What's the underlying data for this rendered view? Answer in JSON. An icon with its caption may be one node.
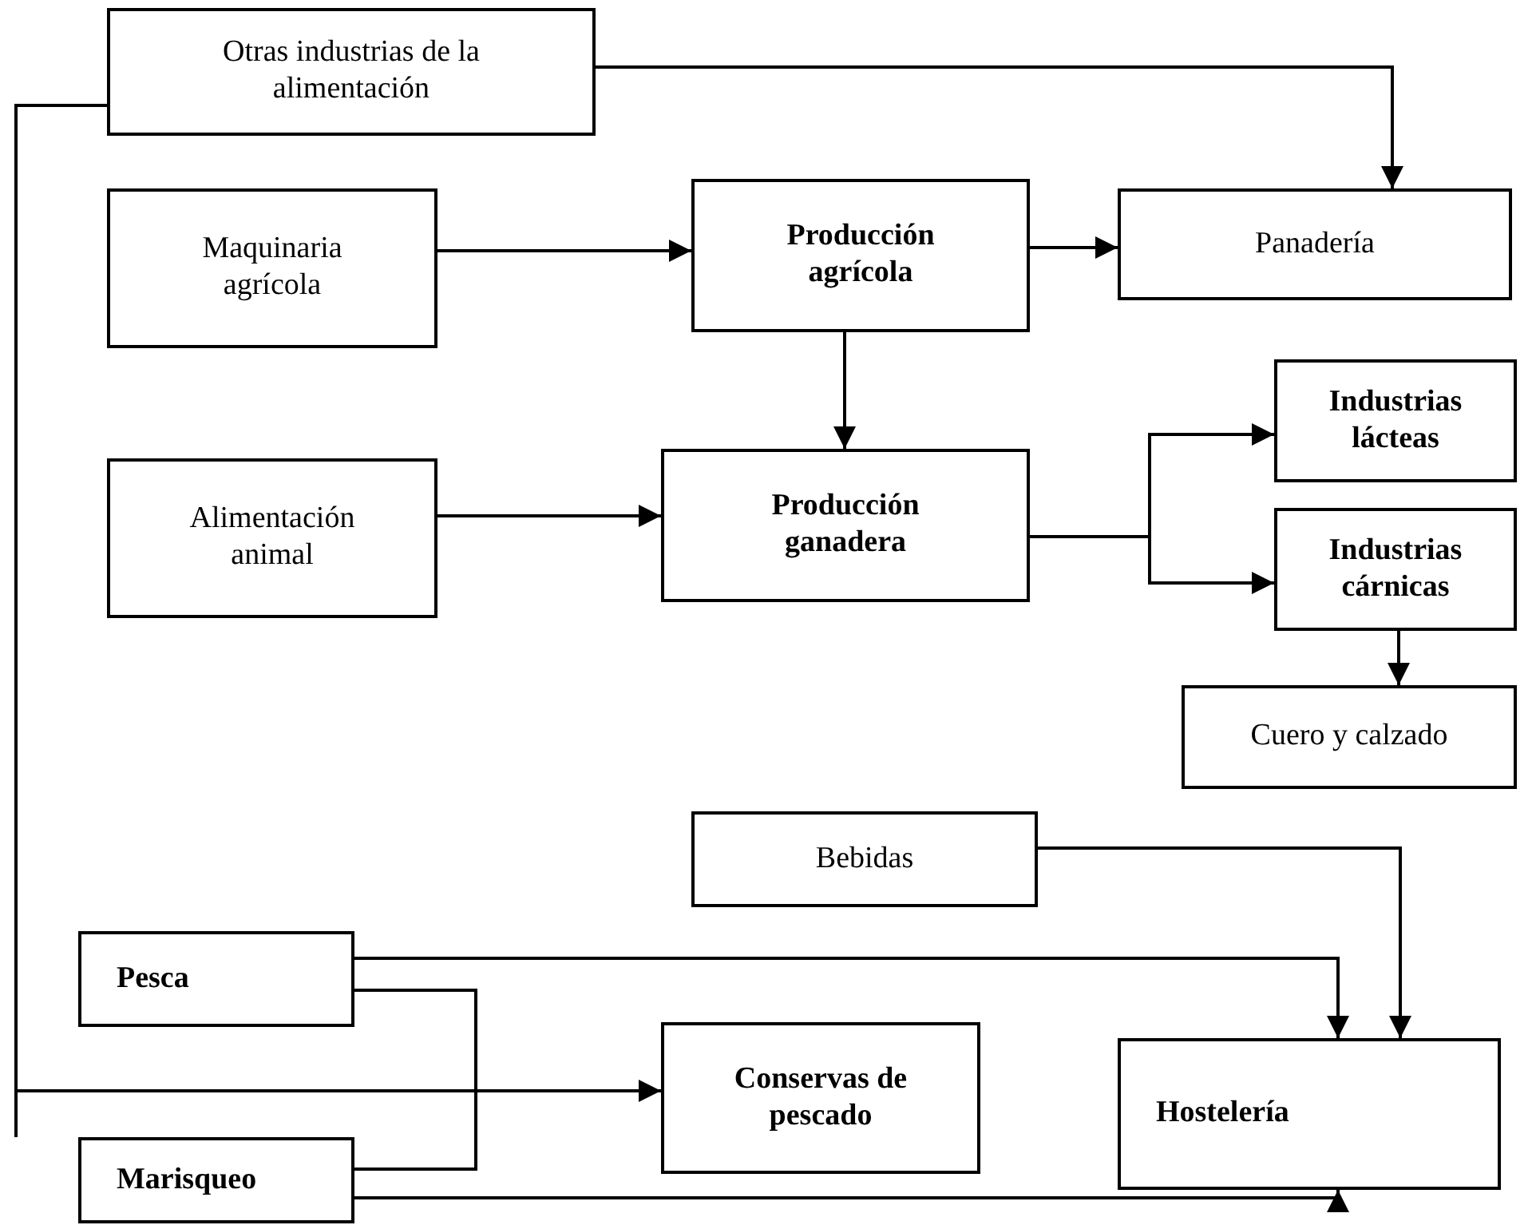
{
  "diagram": {
    "nodes": [
      {
        "text": [
          "Otras industrias de la alimentación"
        ]
      },
      {
        "text": [
          "Maquinaria agrícola"
        ]
      },
      {
        "text": [
          "Producción agrícola"
        ]
      },
      {
        "text": [
          "Panadería"
        ]
      },
      {
        "text": [
          "Alimentación animal"
        ]
      },
      {
        "text": [
          "Producción ganadera"
        ]
      },
      {
        "text": [
          "Industrias lácteas"
        ]
      },
      {
        "text": [
          "Industrias cárnicas"
        ]
      },
      {
        "text": [
          "Cuero y calzado"
        ]
      },
      {
        "text": [
          "Bebidas"
        ]
      },
      {
        "text": [
          "Pesca"
        ]
      },
      {
        "text": [
          "Conservas de pescado"
        ]
      },
      {
        "text": [
          "Hostelería"
        ]
      },
      {
        "text": [
          "Marisqueo"
        ]
      }
    ],
    "edges": [
      {
        "from": 0,
        "to": 3,
        "arrow": "to"
      },
      {
        "from": 0,
        "to": 11,
        "arrow": "to"
      },
      {
        "from": 1,
        "to": 2,
        "arrow": "to"
      },
      {
        "from": 2,
        "to": 3,
        "arrow": "to"
      },
      {
        "from": 2,
        "to": 5,
        "arrow": "to"
      },
      {
        "from": 4,
        "to": 5,
        "arrow": "to"
      },
      {
        "from": 5,
        "to": 6,
        "arrow": "to"
      },
      {
        "from": 5,
        "to": 7,
        "arrow": "to"
      },
      {
        "from": 7,
        "to": 8,
        "arrow": "to"
      },
      {
        "from": 9,
        "to": 12,
        "arrow": "to"
      },
      {
        "from": 10,
        "to": 12,
        "arrow": "to"
      },
      {
        "from": 10,
        "to": 13,
        "arrow": "none"
      },
      {
        "from": 13,
        "to": 12,
        "arrow": "to"
      }
    ]
  }
}
